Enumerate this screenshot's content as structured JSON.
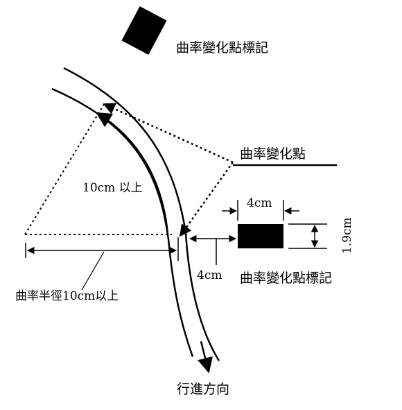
{
  "labels": {
    "marker_top": "曲率變化點標記",
    "curve_change_point": "曲率變化點",
    "arc_length": "10cm 以上",
    "marker_width": "4cm",
    "marker_height": "1.9cm",
    "marker_offset": "4cm",
    "marker_bottom": "曲率變化點標記",
    "radius": "曲率半徑10cm以上",
    "direction": "行進方向"
  },
  "colors": {
    "ink": "#000000",
    "background": "#ffffff"
  }
}
